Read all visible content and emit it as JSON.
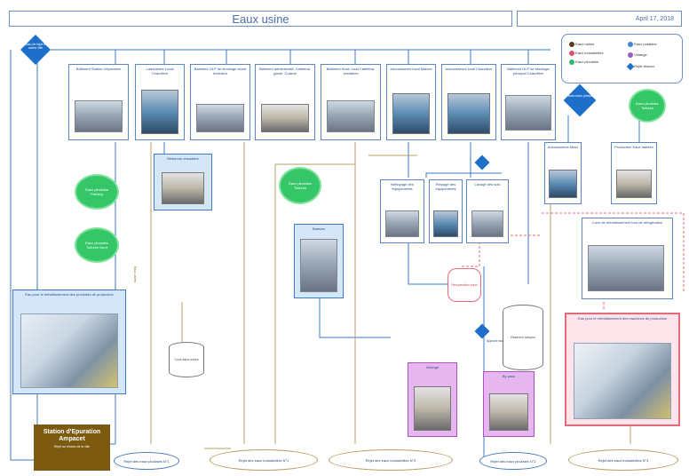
{
  "header": {
    "title": "Eaux usine",
    "date": "April 17, 2018"
  },
  "colors": {
    "line_blue": "#3a78c8",
    "line_tan": "#b79d63",
    "line_red": "#e36b7a",
    "badge_green": "#35c767",
    "station_brown": "#7c5a0f"
  },
  "top_diamond": "Réseau de rejet eaux usées ville",
  "mid_diamond": "Réseau eaux pluviales",
  "legend": {
    "items": [
      {
        "label": "Eaux usées",
        "color": "#5a3d1a"
      },
      {
        "label": "Eaux industrielles",
        "color": "#d9546a"
      },
      {
        "label": "Eaux pluviales",
        "color": "#2fb96c"
      },
      {
        "label": "Eaux potables",
        "color": "#3f87d6"
      },
      {
        "label": "Vidange",
        "color": "#9c5ac3"
      },
      {
        "label": "Rejet réseau",
        "color": "#1d6fc9"
      }
    ]
  },
  "buildings": [
    {
      "label": "Bâtiment Station d'épuration"
    },
    {
      "label": "Laboratoire Local Chaudière"
    },
    {
      "label": "Bâtiment OLP de stockage avant évolution"
    },
    {
      "label": "Bâtiment administratif, Cafétéria, garde, Cuisine"
    },
    {
      "label": "Bâtiment Nord, local Cafétéria, vestiaires"
    },
    {
      "label": "Adoucisseurs local Malaxe"
    },
    {
      "label": "Adoucisseurs local Chaudière"
    },
    {
      "label": "Bâtiment OLP de stockage principal Chaudière"
    }
  ],
  "cards": {
    "chaudiere": "Réservoir chaudière",
    "bassin": "Bassins",
    "rinse1": "Nettoyage des équipements",
    "rinse2": "Rinçage des équipements",
    "rinse3": "Lavage des sols",
    "adoucisseur": "Adoucisseurs Minix",
    "production": "Production Eaux traitées",
    "cuve_left": "Eau pour le refroidissement des procédés de production",
    "cuve_right": "Eau pour le refroidissement des machines de production",
    "recup": "Réservoir tampon",
    "neutral": "Récupération eaux",
    "cuve_center": "Cuve de refroidissement tour de réfrigération",
    "cuve_eaux": "Cuve eaux usées"
  },
  "badges": [
    "Eaux pluviales Toitures",
    "Eaux pluviales Parking",
    "Eaux pluviales Toitures Nord",
    "Eaux pluviales Toitures"
  ],
  "station": {
    "title": "Station d'Epuration Ampacet",
    "subtitle": "Rejet au réseau de la ville"
  },
  "ellipses": [
    "Rejet des eaux pluviales N°1",
    "Rejet des eaux industrielles N°1",
    "Rejet des eaux industrielles N°2",
    "Rejet des eaux pluviales N°2",
    "Rejet des eaux industrielles N°3"
  ],
  "small_labels": {
    "vidange": "Vidange",
    "bypass": "By-pass",
    "reseau": "Eaux usées",
    "appoint": "Appoint eau"
  }
}
